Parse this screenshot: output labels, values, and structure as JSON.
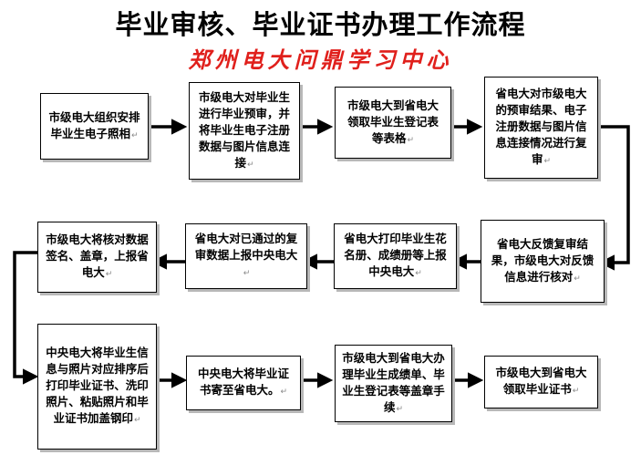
{
  "title": "毕业审核、毕业证书办理工作流程",
  "subtitle": "郑州电大问鼎学习中心",
  "colors": {
    "title": "#000000",
    "subtitle": "#e0201c",
    "arrow": "#000000",
    "box_border": "#000000",
    "box_shadow": "#b8b8b8"
  },
  "steps": [
    {
      "id": "s1",
      "text": "市级电大组织安排毕业生电子照相"
    },
    {
      "id": "s2",
      "text": "市级电大对毕业生进行毕业预审，并将毕业生电子注册数据与图片信息连接"
    },
    {
      "id": "s3",
      "text": "市级电大到省电大领取毕业生登记表等表格"
    },
    {
      "id": "s4",
      "text": "省电大对市级电大的预审结果、电子注册数据与图片信息连接情况进行复审"
    },
    {
      "id": "s5",
      "text": "省电大反馈复审结果，市级电大对反馈信息进行核对"
    },
    {
      "id": "s6",
      "text": "省电大打印毕业生花名册、成绩册等上报中央电大"
    },
    {
      "id": "s7",
      "text": "省电大对已通过的复审数据上报中央电大"
    },
    {
      "id": "s8",
      "text": "市级电大将核对数据签名、盖章，上报省电大"
    },
    {
      "id": "s9",
      "text": "中央电大将毕业生信息与照片对应排序后打印毕业证书、洗印照片、粘贴照片和毕业证书加盖钢印"
    },
    {
      "id": "s10",
      "text": "中央电大将毕业证书寄至省电大。"
    },
    {
      "id": "s11",
      "text": "市级电大到省电大办理毕业生成绩单、毕业生登记表等盖章手续"
    },
    {
      "id": "s12",
      "text": "市级电大到省电大领取毕业证书"
    }
  ],
  "para_mark": "↵"
}
